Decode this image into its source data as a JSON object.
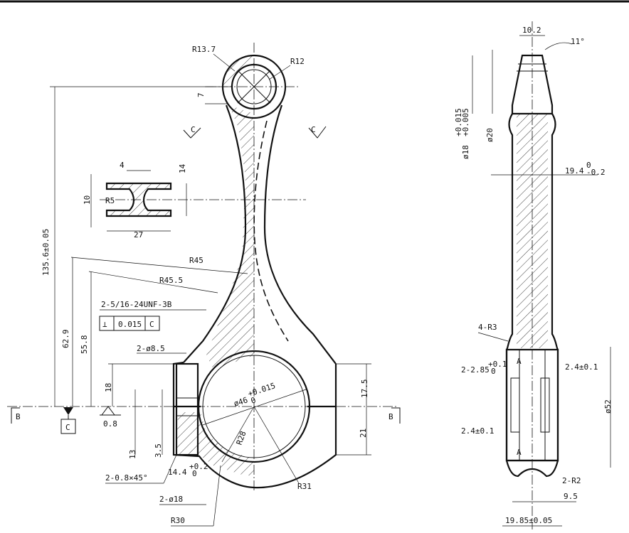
{
  "labels": {
    "r13_7": "R13.7",
    "r12": "R12",
    "d7": "7",
    "section_c_left": "C",
    "section_c_right": "C",
    "d4": "4",
    "d14": "14",
    "d10": "10",
    "r5": "R5",
    "d27": "27",
    "overall_length": "135.6±0.05",
    "r45": "R45",
    "r45_5": "R45.5",
    "thread": "2-5/16-24UNF-3B",
    "tol_value": "0.015",
    "tol_datum": "C",
    "d62_9": "62.9",
    "d55_8": "55.8",
    "hole_8_5": "2-ø8.5",
    "d18": "18",
    "d17_5": "17.5",
    "big_bore_main": "ø46",
    "big_bore_upper": "+0.015",
    "big_bore_lower": "0",
    "section_b_left": "B",
    "section_b_right": "B",
    "datum_c": "C",
    "d0_8": "0.8",
    "r28": "R28",
    "d21": "21",
    "d13": "13",
    "d3_5": "3.5",
    "chamfer": "2-0.8×45°",
    "width_main": "14.4",
    "width_upper": "+0.2",
    "width_lower": "0",
    "r31": "R31",
    "d_o18": "2-ø18",
    "r30": "R30",
    "side_10_2": "10.2",
    "side_11deg": "11°",
    "pin_main": "ø18",
    "pin_upper": "+0.015",
    "pin_lower": "+0.005",
    "side_o20": "ø20",
    "beam_main": "19.4",
    "beam_upper": "0",
    "beam_lower": "-0.2",
    "r3": "4-R3",
    "slot_main": "2-2.85",
    "slot_upper": "+0.1",
    "slot_lower": "0",
    "mark_a1": "A",
    "s2_4_top": "2.4±0.1",
    "o52": "ø52",
    "s2_4_left": "2.4±0.1",
    "mark_a2": "A",
    "r2": "2-R2",
    "d9_5": "9.5",
    "width_total": "19.85±0.05"
  }
}
